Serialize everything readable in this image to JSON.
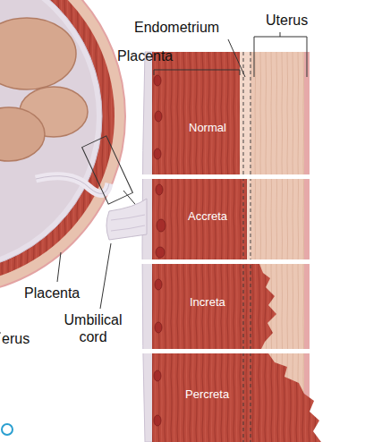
{
  "diagram": {
    "nodes": [
      {
        "text": [
          "Normal"
        ]
      },
      {
        "text": [
          "Accreta"
        ]
      },
      {
        "text": [
          "Increta"
        ]
      },
      {
        "text": [
          "Percreta"
        ]
      }
    ],
    "labels": [
      "Endometrium",
      "Uterus",
      "Placenta",
      "Placenta",
      "Umbilical cord",
      "erus"
    ]
  }
}
